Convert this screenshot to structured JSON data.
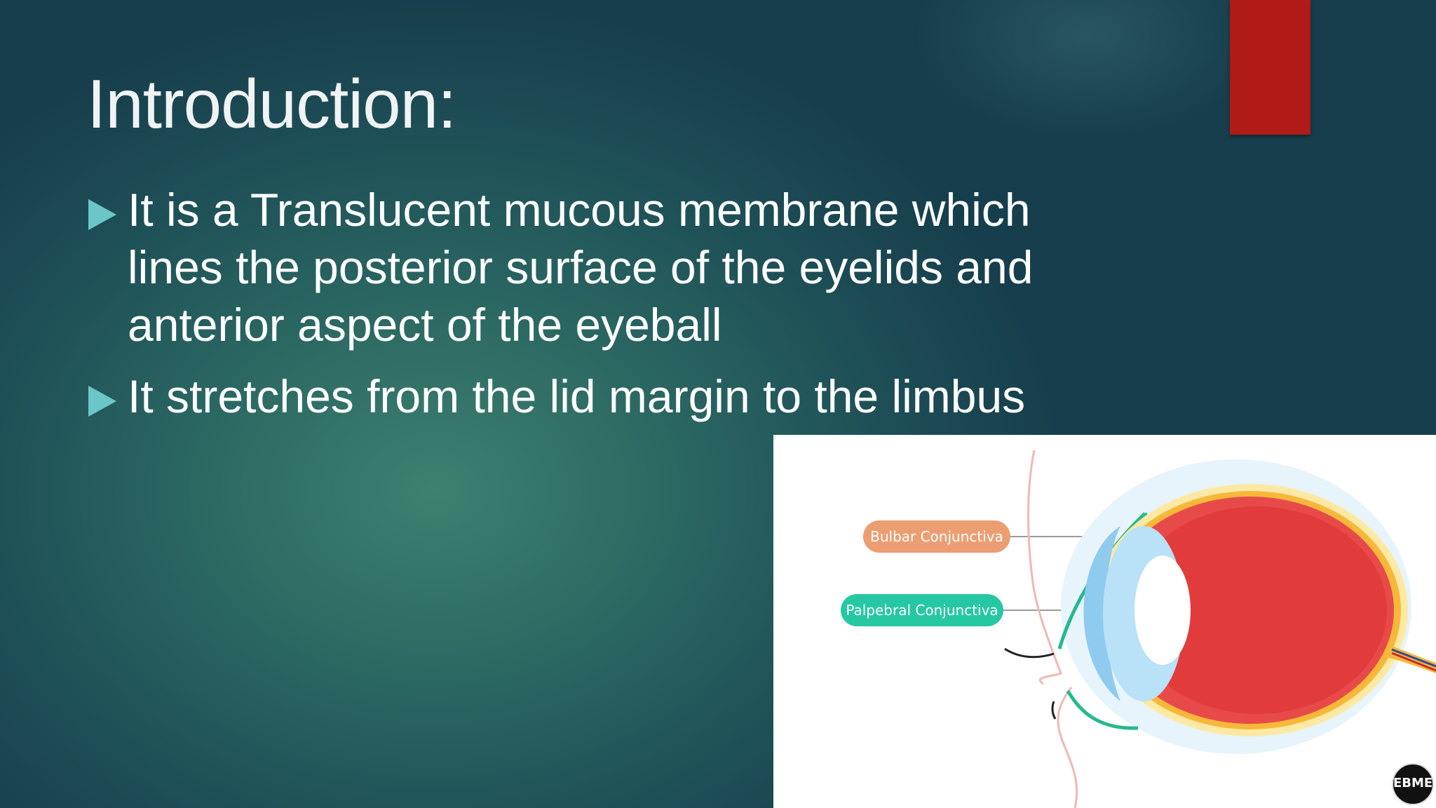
{
  "slide": {
    "title": "Introduction:",
    "bullets": [
      "It is a Translucent mucous membrane which lines the posterior surface of the eyelids and anterior aspect of the eyeball",
      "It stretches from the lid margin to the limbus"
    ]
  },
  "figure": {
    "labels": {
      "bulbar": "Bulbar Conjunctiva",
      "palpebral": "Palpebral Conjunctiva"
    }
  },
  "logo": {
    "text": "EBME"
  },
  "colors": {
    "background": "#2b6862",
    "accent_red": "#b01a17",
    "bullet_arrow": "#6bc6c8",
    "bulbar_label": "#ec9e72",
    "palpebral_label": "#26c8a3"
  },
  "icons": [
    "triangle-bullet-icon",
    "eye-diagram",
    "logo-badge-icon"
  ]
}
